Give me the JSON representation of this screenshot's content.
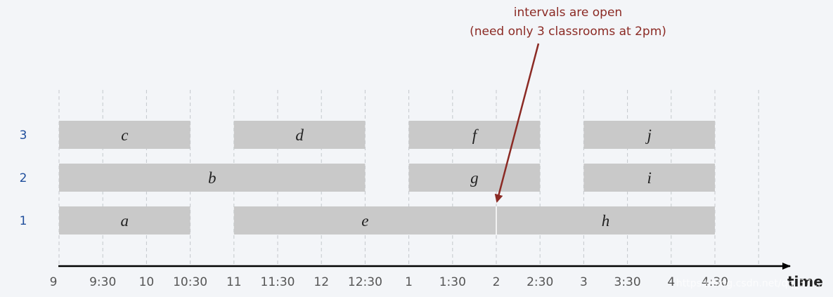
{
  "annotation": {
    "line1": "intervals are open",
    "line2": "(need only 3 classrooms at 2pm)"
  },
  "lanes": [
    "1",
    "2",
    "3"
  ],
  "axis": {
    "title": "time",
    "ticks": [
      "9",
      "9:30",
      "10",
      "10:30",
      "11",
      "11:30",
      "12",
      "12:30",
      "1",
      "1:30",
      "2",
      "2:30",
      "3",
      "3:30",
      "4",
      "4:30"
    ]
  },
  "intervals": [
    {
      "label": "c",
      "lane": 3,
      "start": 0,
      "end": 3
    },
    {
      "label": "d",
      "lane": 3,
      "start": 4,
      "end": 7
    },
    {
      "label": "f",
      "lane": 3,
      "start": 8,
      "end": 11
    },
    {
      "label": "j",
      "lane": 3,
      "start": 12,
      "end": 15
    },
    {
      "label": "b",
      "lane": 2,
      "start": 0,
      "end": 7
    },
    {
      "label": "g",
      "lane": 2,
      "start": 8,
      "end": 11
    },
    {
      "label": "i",
      "lane": 2,
      "start": 12,
      "end": 15
    },
    {
      "label": "a",
      "lane": 1,
      "start": 0,
      "end": 3
    },
    {
      "label": "e",
      "lane": 1,
      "start": 4,
      "end": 10
    },
    {
      "label": "h",
      "lane": 1,
      "start": 10,
      "end": 15
    }
  ],
  "watermark": "https://blog.csdn.net/qq_37....",
  "colors": {
    "background": "#f3f5f8",
    "bar": "#c9c9c9",
    "lane_label": "#1f4e9c",
    "annotation": "#8b2a24",
    "axis": "#000000"
  }
}
